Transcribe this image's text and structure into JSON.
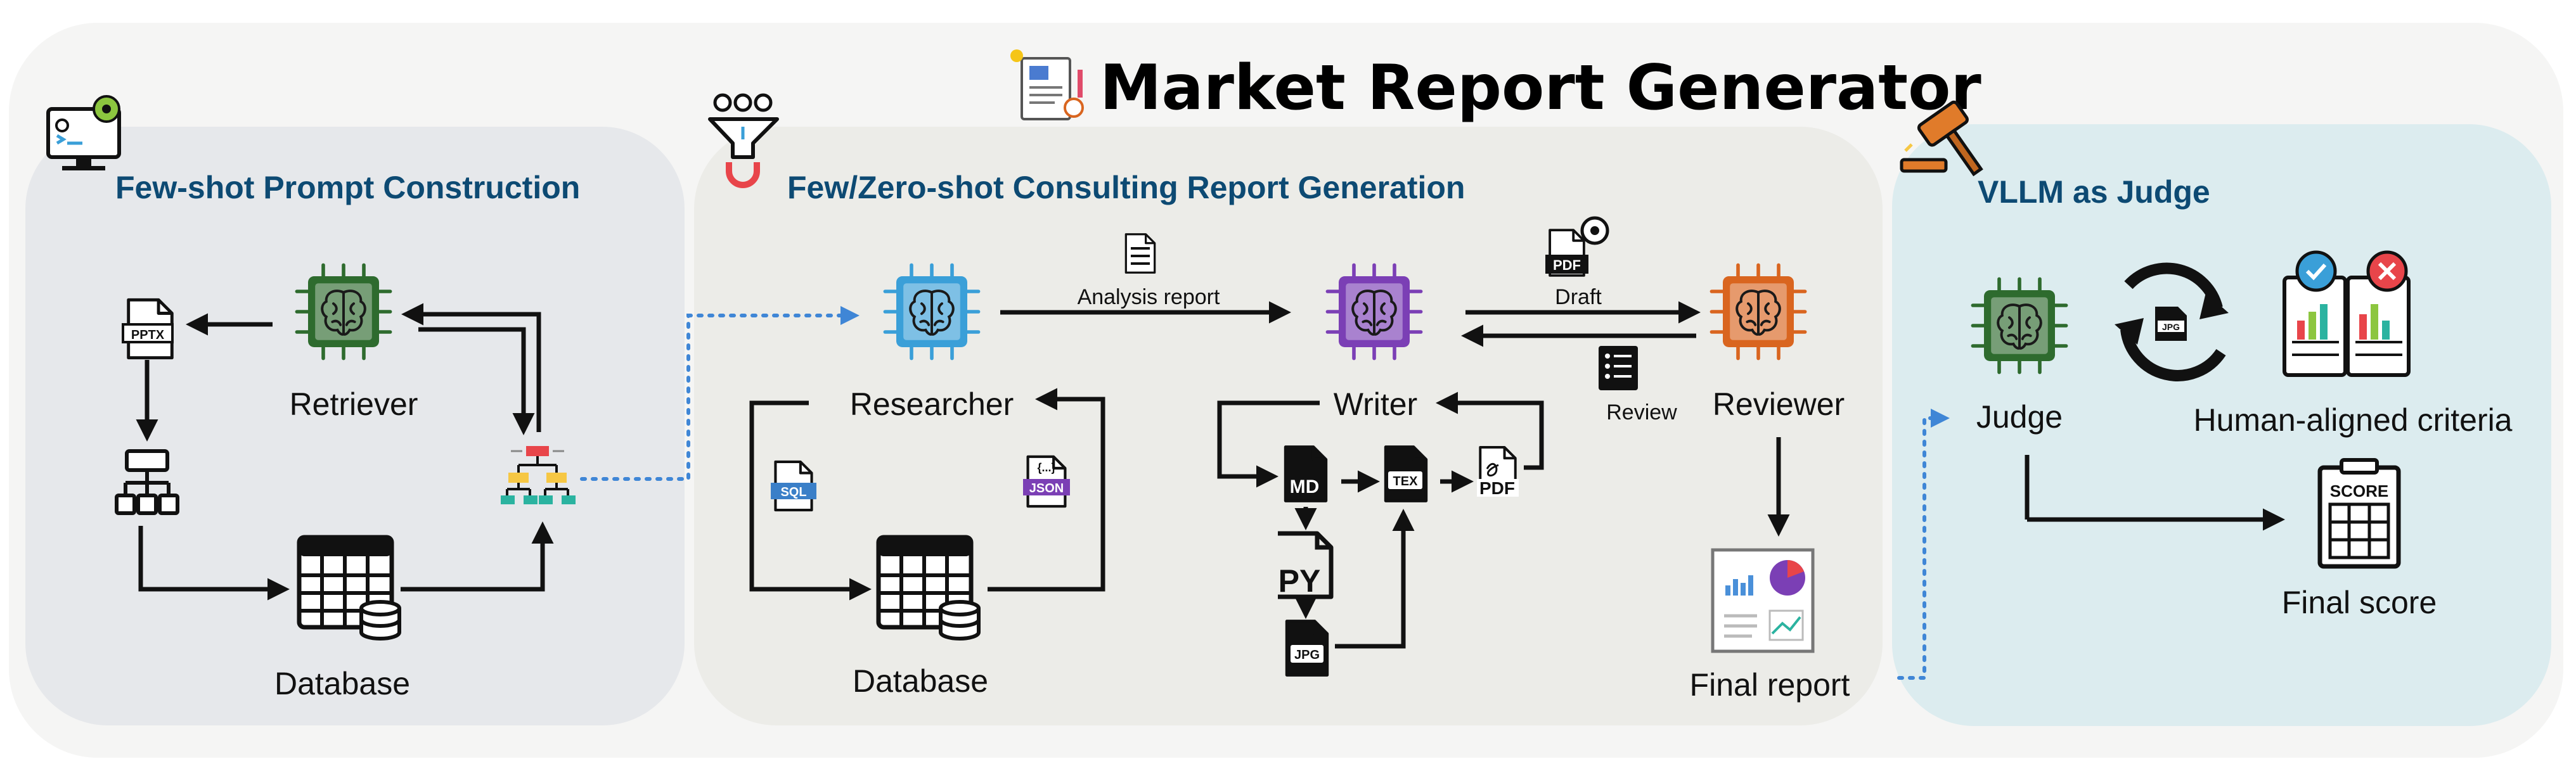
{
  "title": "Market Report Generator",
  "sections": {
    "prompt": {
      "title": "Few-shot Prompt Construction"
    },
    "generation": {
      "title": "Few/Zero-shot Consulting Report Generation"
    },
    "judge": {
      "title": "VLLM as Judge"
    }
  },
  "nodes": {
    "retriever": "Retriever",
    "database_1": "Database",
    "researcher": "Researcher",
    "database_2": "Database",
    "writer": "Writer",
    "reviewer": "Reviewer",
    "final_report": "Final report",
    "judge": "Judge",
    "criteria": "Human-aligned criteria",
    "final_score": "Final score"
  },
  "edges": {
    "analysis_report": "Analysis report",
    "draft": "Draft",
    "review": "Review"
  },
  "file_badges": {
    "pptx": "PPTX",
    "sql": "SQL",
    "json": "JSON",
    "md": "MD",
    "py": "PY",
    "jpg": "JPG",
    "tex": "TEX",
    "pdf": "PDF",
    "draft_pdf": "PDF",
    "cycle_jpg": "JPG",
    "score": "SCORE"
  },
  "colors": {
    "panel_gray": "#e6e8eb",
    "panel_mid": "#ecece8",
    "panel_teal": "#dcecef",
    "outer_bg": "#f5f5f4",
    "retriever_chip": "#2e6b2e",
    "researcher_chip": "#3a9fd8",
    "writer_chip": "#7b3fb5",
    "reviewer_chip": "#d9651f",
    "judge_chip": "#2e6b2e",
    "title_blue": "#0d4a73",
    "dotted_link": "#3f86d6"
  }
}
